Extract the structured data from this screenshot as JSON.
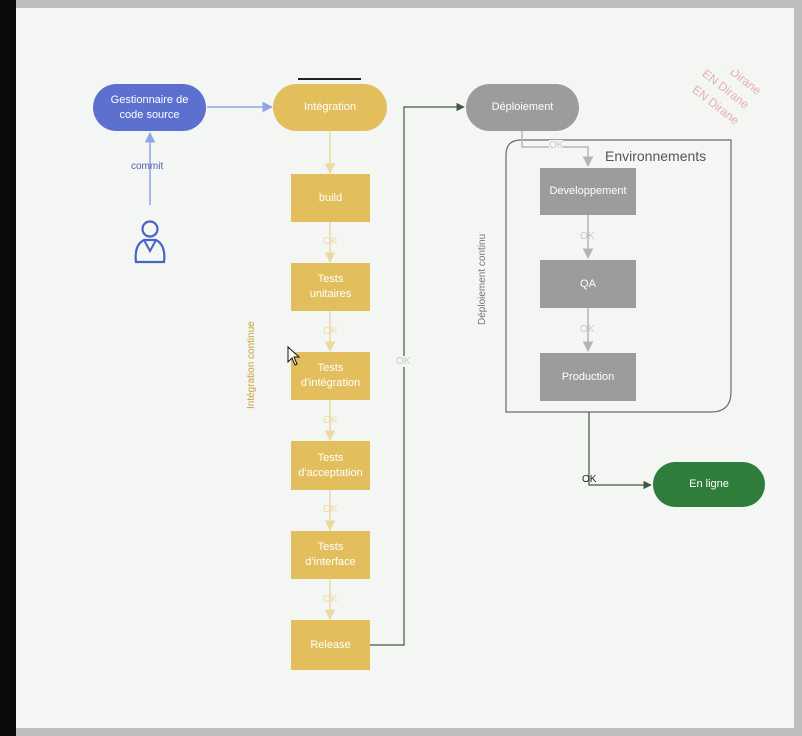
{
  "source_control": {
    "label": "Gestionnaire de code source"
  },
  "commit_label": "commit",
  "integration": {
    "label": "Intégration"
  },
  "ci_steps": [
    {
      "label": "build"
    },
    {
      "label": "Tests unitaires"
    },
    {
      "label": "Tests d'intégration"
    },
    {
      "label": "Tests d'acceptation"
    },
    {
      "label": "Tests d'interface"
    },
    {
      "label": "Release"
    }
  ],
  "ok_label": "OK",
  "ci_label": "Intégration continue",
  "deployment": {
    "label": "Déploiement"
  },
  "cd_label": "Déploiement continu",
  "environments": {
    "title": "Environnements",
    "items": [
      {
        "label": "Developpement"
      },
      {
        "label": "QA"
      },
      {
        "label": "Production"
      }
    ]
  },
  "online": {
    "label": "En ligne"
  },
  "watermark": "EN Dirane"
}
